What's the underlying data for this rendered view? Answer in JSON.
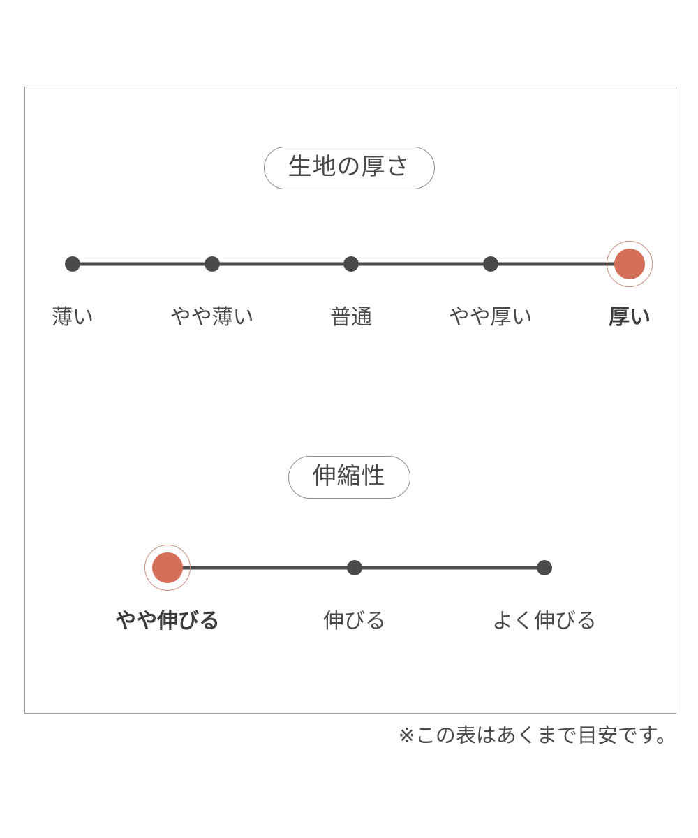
{
  "frame": {
    "border_color": "#9a9a9a",
    "background": "#ffffff"
  },
  "colors": {
    "track": "#4a4a4a",
    "inactive_dot": "#4a4a4a",
    "active_dot": "#d4705a",
    "active_ring": "#c98d7d",
    "text": "#4a4a4a",
    "badge_border": "#8c8c8c"
  },
  "sections": [
    {
      "badge_label": "生地の厚さ",
      "scale": {
        "points": [
          {
            "label": "薄い",
            "active": false
          },
          {
            "label": "やや薄い",
            "active": false
          },
          {
            "label": "普通",
            "active": false
          },
          {
            "label": "やや厚い",
            "active": false
          },
          {
            "label": "厚い",
            "active": true
          }
        ],
        "selected_index": 4,
        "selected_label": "厚い"
      }
    },
    {
      "badge_label": "伸縮性",
      "scale": {
        "points": [
          {
            "label": "やや伸びる",
            "active": true
          },
          {
            "label": "伸びる",
            "active": false
          },
          {
            "label": "よく伸びる",
            "active": false
          }
        ],
        "selected_index": 0,
        "selected_label": "やや伸びる"
      }
    }
  ],
  "footnote": "※この表はあくまで目安です。"
}
